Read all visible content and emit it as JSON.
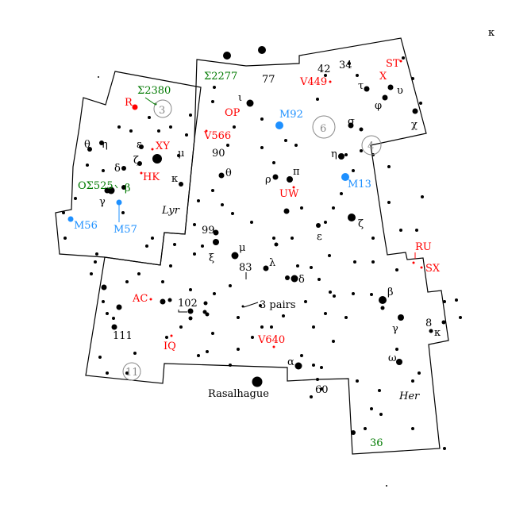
{
  "constellations": {
    "lyra": "Lyr",
    "hercules": "Her"
  },
  "named_stars": {
    "rasalhague": "Rasalhague"
  },
  "greek_labels": {
    "kappa_corner": "κ",
    "iota": "ι",
    "tau": "τ",
    "upsilon": "υ",
    "phi": "φ",
    "chi": "χ",
    "sigma": "σ",
    "eta_her": "η",
    "theta_her": "θ",
    "rho": "ρ",
    "pi": "π",
    "zeta_her": "ζ",
    "epsilon_her": "ε",
    "xi": "ξ",
    "mu_her": "μ",
    "lambda": "λ",
    "delta_her": "δ",
    "beta_her": "β",
    "gamma_her": "γ",
    "kappa_her": "κ",
    "omega": "ω",
    "alpha": "α",
    "theta_lyr": "θ",
    "eta_lyr": "η",
    "epsilon_lyr": "ε",
    "zeta_lyr": "ζ",
    "delta_lyr": "δ",
    "mu_lyr": "μ",
    "kappa_lyr": "κ",
    "gamma_lyr": "γ"
  },
  "flamsteed_labels": {
    "n42": "42",
    "n34": "34",
    "n77": "77",
    "n90": "90",
    "n99": "99",
    "n83": "83",
    "n8": "8",
    "n60": "60",
    "n102": "102",
    "n111": "111"
  },
  "annotations": {
    "three_pairs": "3 pairs"
  },
  "variable_stars": {
    "R": "R",
    "XY": "XY",
    "HK": "HK",
    "OP": "OP",
    "V566": "V566",
    "V449": "V449",
    "ST": "ST",
    "X": "X",
    "UW": "UW",
    "AC": "AC",
    "IQ": "IQ",
    "V640": "V640",
    "RU": "RU",
    "SX": "SX"
  },
  "double_stars": {
    "S2380": "Σ2380",
    "S2277": "Σ2277",
    "OS525": "OΣ525",
    "beta_lyr": "β",
    "n36": "36"
  },
  "deep_sky": {
    "M92": "M92",
    "M13": "M13",
    "M56": "M56",
    "M57": "M57"
  },
  "chart_circles": {
    "c3": "3",
    "c6": "6",
    "c4": "4",
    "c11": "11"
  },
  "colors": {
    "variable": "#ff0000",
    "double": "#007a00",
    "deep_sky": "#1e90ff",
    "circle": "#888888"
  }
}
